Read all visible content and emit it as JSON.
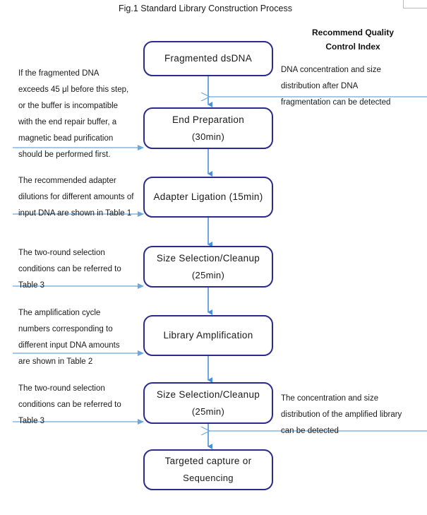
{
  "figure": {
    "title": "Fig.1 Standard Library Construction Process",
    "right_header_line1": "Recommend Quality",
    "right_header_line2": "Control Index"
  },
  "colors": {
    "box_border": "#2b2b8f",
    "flow_arrow": "#4a90d9",
    "note_arrow": "#6aa8dd",
    "text": "#1a1a1a",
    "spellcheck_underline": "#d93025"
  },
  "steps": [
    {
      "id": "fragmented-dsdna",
      "line1": "Fragmented dsDNA",
      "line2": ""
    },
    {
      "id": "end-preparation",
      "line1": "End Preparation",
      "line2": "(30min)"
    },
    {
      "id": "adapter-ligation",
      "line1": "Adapter Ligation (15min)",
      "line2": ""
    },
    {
      "id": "size-selection-1",
      "line1": "Size Selection/Cleanup",
      "line2": "(25min)"
    },
    {
      "id": "library-amplification",
      "line1": "Library Amplification",
      "line2": ""
    },
    {
      "id": "size-selection-2",
      "line1": "Size Selection/Cleanup",
      "line2": "(25min)"
    },
    {
      "id": "targeted-capture",
      "line1": "Targeted capture or",
      "line2": "Sequencing"
    }
  ],
  "left_notes": [
    {
      "id": "note-end-preparation",
      "text": "If the fragmented DNA\nexceeds 45 μl before this step,\nor the buffer is incompatible\nwith the end repair buffer, a\nmagnetic bead purification\nshould be performed first."
    },
    {
      "id": "note-adapter-ligation",
      "text": "The recommended adapter\ndilutions for different amounts of\ninput DNA are shown in Table 1"
    },
    {
      "id": "note-size-selection-1",
      "text": "The two-round selection\nconditions can be referred to\nTable 3"
    },
    {
      "id": "note-library-amplification",
      "text": "The amplification cycle\nnumbers corresponding to\ndifferent input DNA amounts\nare shown in Table 2"
    },
    {
      "id": "note-size-selection-2",
      "text": "The two-round selection\nconditions can be referred to\nTable 3"
    }
  ],
  "right_notes": [
    {
      "id": "note-qc-fragmentation",
      "text": "DNA concentration and size\ndistribution after DNA\nfragmentation can be detected"
    },
    {
      "id": "note-qc-amplified-library",
      "text": "The concentration and size\ndistribution of the amplified library\ncan be detected"
    }
  ]
}
